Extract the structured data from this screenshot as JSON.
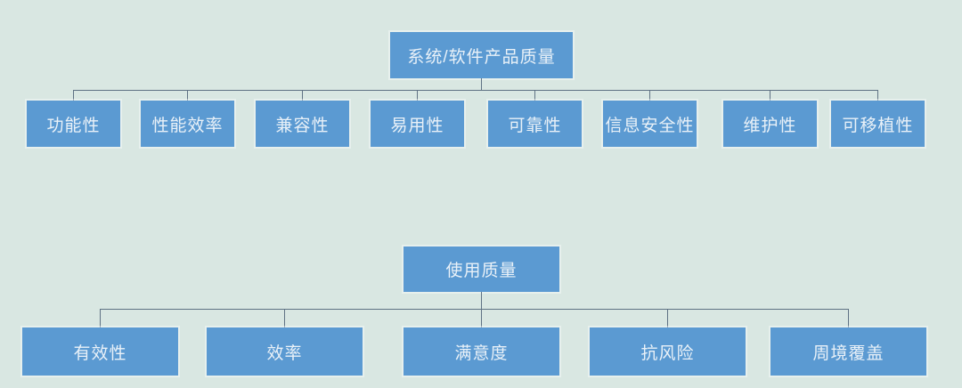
{
  "colors": {
    "background": "#d9e7e2",
    "node_fill": "#5b9ad2",
    "node_text": "#e9f1f8",
    "connector": "#5f7284"
  },
  "diagrams": [
    {
      "name": "product-quality-tree",
      "root": "系统/软件产品质量",
      "children": [
        "功能性",
        "性能效率",
        "兼容性",
        "易用性",
        "可靠性",
        "信息安全性",
        "维护性",
        "可移植性"
      ]
    },
    {
      "name": "quality-in-use-tree",
      "root": "使用质量",
      "children": [
        "有效性",
        "效率",
        "满意度",
        "抗风险",
        "周境覆盖"
      ]
    }
  ]
}
